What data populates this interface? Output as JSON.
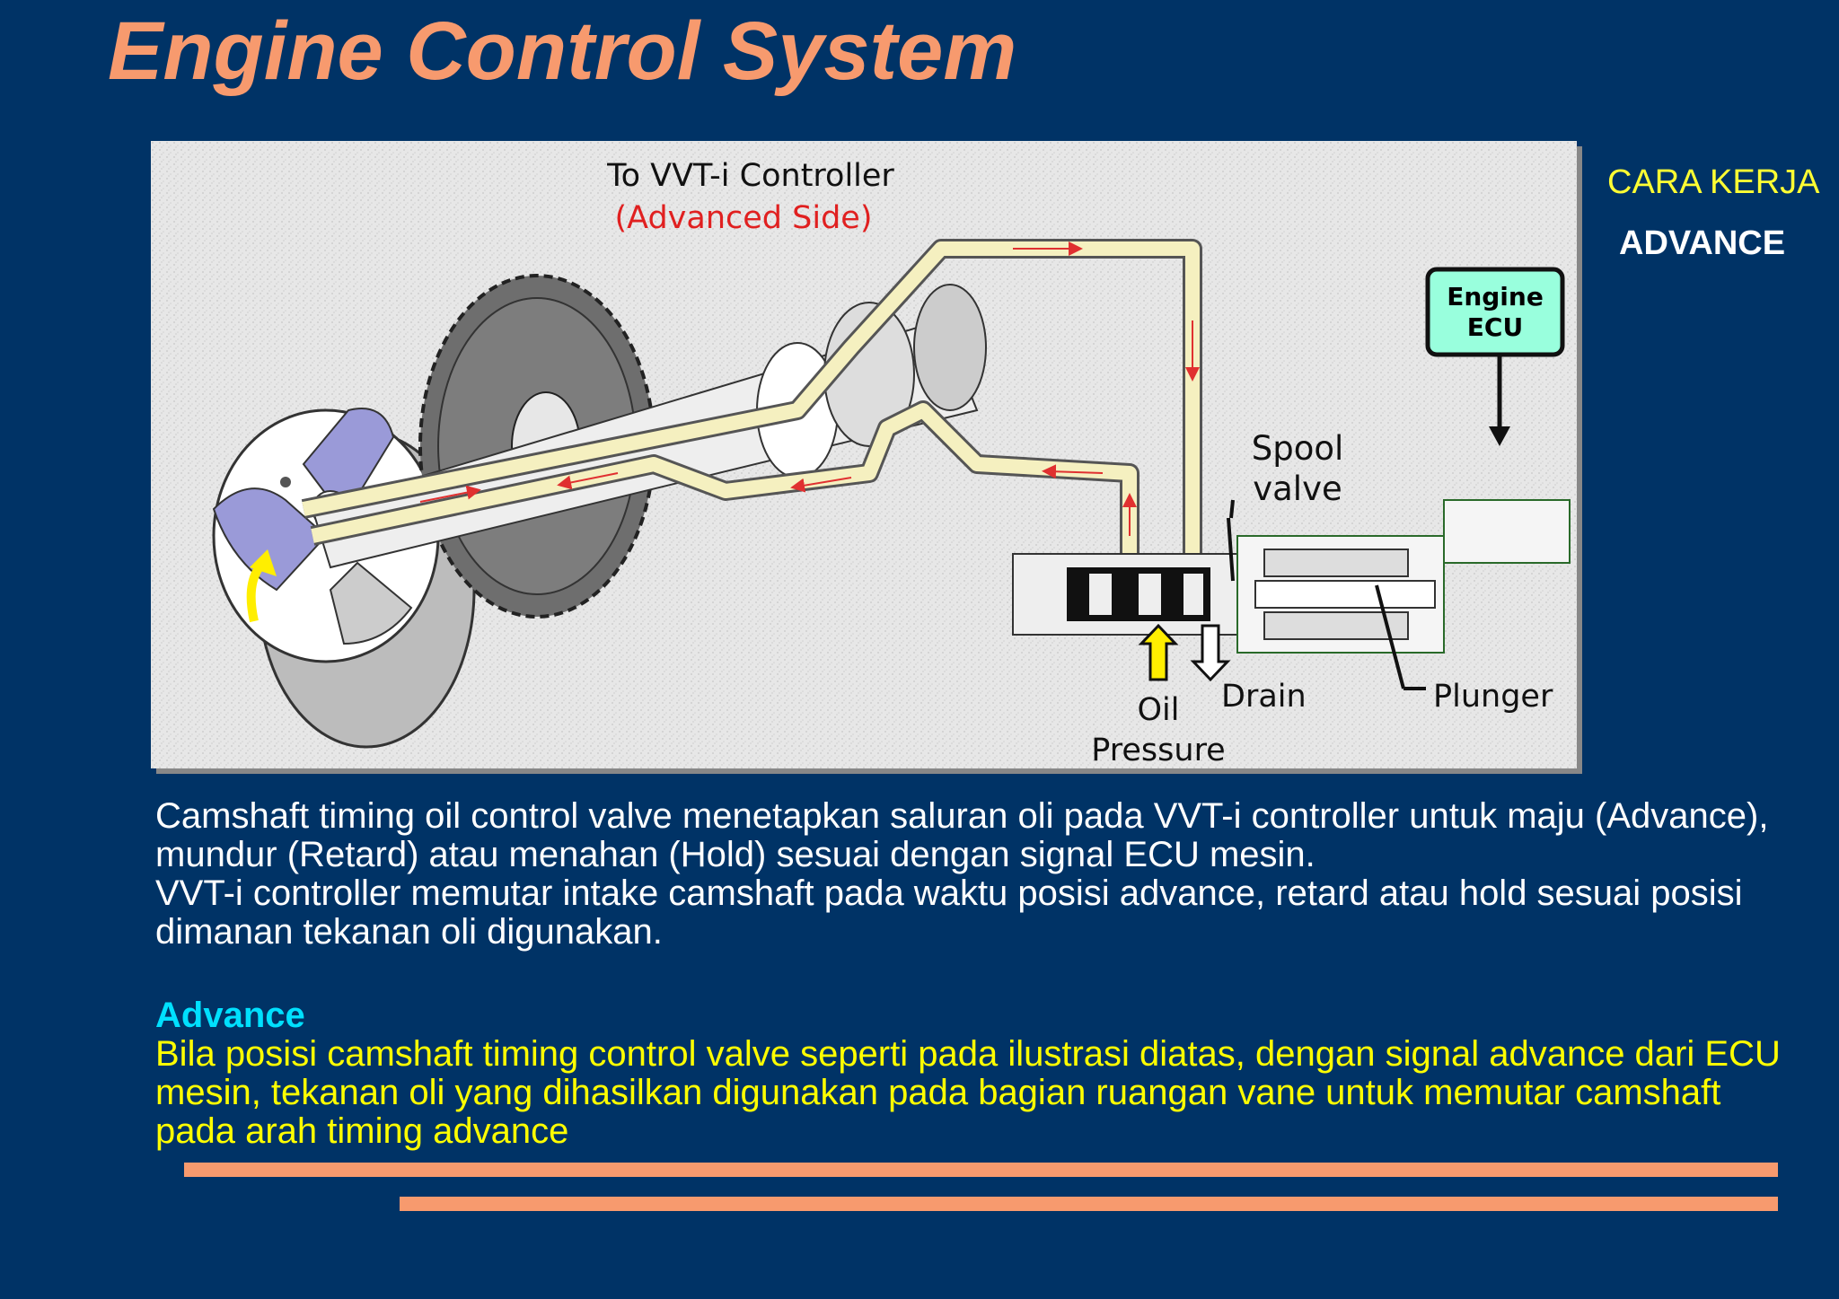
{
  "title": "Engine Control System",
  "side": {
    "cara_kerja": "CARA KERJA",
    "mode": "ADVANCE"
  },
  "diagram": {
    "to_controller": "To VVT-i Controller",
    "advanced_side": "(Advanced Side)",
    "engine_ecu_line1": "Engine",
    "engine_ecu_line2": "ECU",
    "spool_line1": "Spool",
    "spool_line2": "valve",
    "drain": "Drain",
    "plunger": "Plunger",
    "oil_line1": "Oil",
    "oil_line2": "Pressure"
  },
  "body": {
    "p1": "Camshaft timing oil control valve menetapkan saluran oli pada VVT-i controller untuk maju (Advance), mundur (Retard) atau menahan (Hold) sesuai dengan signal ECU mesin.",
    "p2": "VVT-i controller memutar intake camshaft pada waktu posisi advance, retard atau hold sesuai posisi dimanan tekanan oli digunakan.",
    "advance_heading": "Advance",
    "advance_text": "Bila posisi camshaft timing control valve seperti pada ilustrasi diatas, dengan signal advance dari ECU mesin, tekanan oli yang dihasilkan digunakan pada bagian ruangan vane untuk memutar camshaft pada arah timing advance"
  },
  "colors": {
    "background": "#003366",
    "title": "#f79a6e",
    "accent_yellow": "#ffff00",
    "accent_cyan": "#00e0ff",
    "oil_passage": "#f5f0c0",
    "ecu_box": "#99ffdd"
  }
}
